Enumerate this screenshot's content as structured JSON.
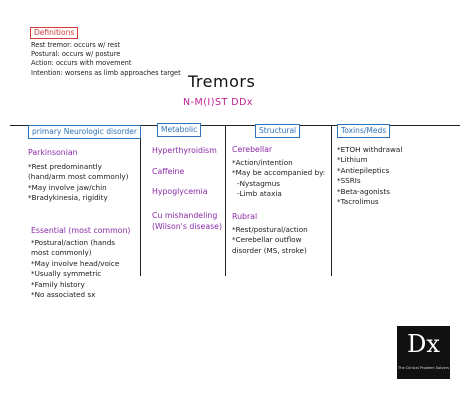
{
  "definitions": {
    "heading": "Definitions",
    "lines": [
      "Rest tremor: occurs w/ rest",
      "Postural: occurs w/ posture",
      "Action: occurs with movement",
      "Intention: worsens as limb approaches target"
    ]
  },
  "title": "Tremors",
  "subtitle": "N-M(I)ST DDx",
  "columns": {
    "neuro": {
      "label": "primary Neurologic disorder",
      "parkinsonian": {
        "heading": "Parkinsonian",
        "lines": [
          "*Rest predominantly",
          "(hand/arm most commonly)",
          "*May involve jaw/chin",
          "*Bradykinesia, rigidity"
        ]
      },
      "essential": {
        "heading": "Essential (most common)",
        "lines": [
          "*Postural/action (hands",
          "most commonly)",
          "*May involve head/voice",
          "*Usually symmetric",
          "*Family history",
          "*No associated sx"
        ]
      }
    },
    "metabolic": {
      "label": "Metabolic",
      "items": [
        "Hyperthyroidism",
        "Caffeine",
        "Hypoglycemia",
        "Cu mishandeling",
        "(Wilson's disease)"
      ]
    },
    "structural": {
      "label": "Structural",
      "cerebellar": {
        "heading": "Cerebellar",
        "lines": [
          "*Action/intention",
          "*May be accompanied by:",
          "  -Nystagmus",
          "  -Limb ataxia"
        ]
      },
      "rubral": {
        "heading": "Rubral",
        "lines": [
          "*Rest/postural/action",
          "*Cerebellar outflow",
          "disorder (MS, stroke)"
        ]
      }
    },
    "toxins": {
      "label": "Toxins/Meds",
      "lines": [
        "*ETOH withdrawal",
        "*Lithium",
        "*Antiepileptics",
        "*SSRIs",
        "*Beta-agonists",
        "*Tacrolimus"
      ]
    }
  },
  "logo": {
    "text": "Dx",
    "caption": "The Clinical Problem Solvers"
  }
}
